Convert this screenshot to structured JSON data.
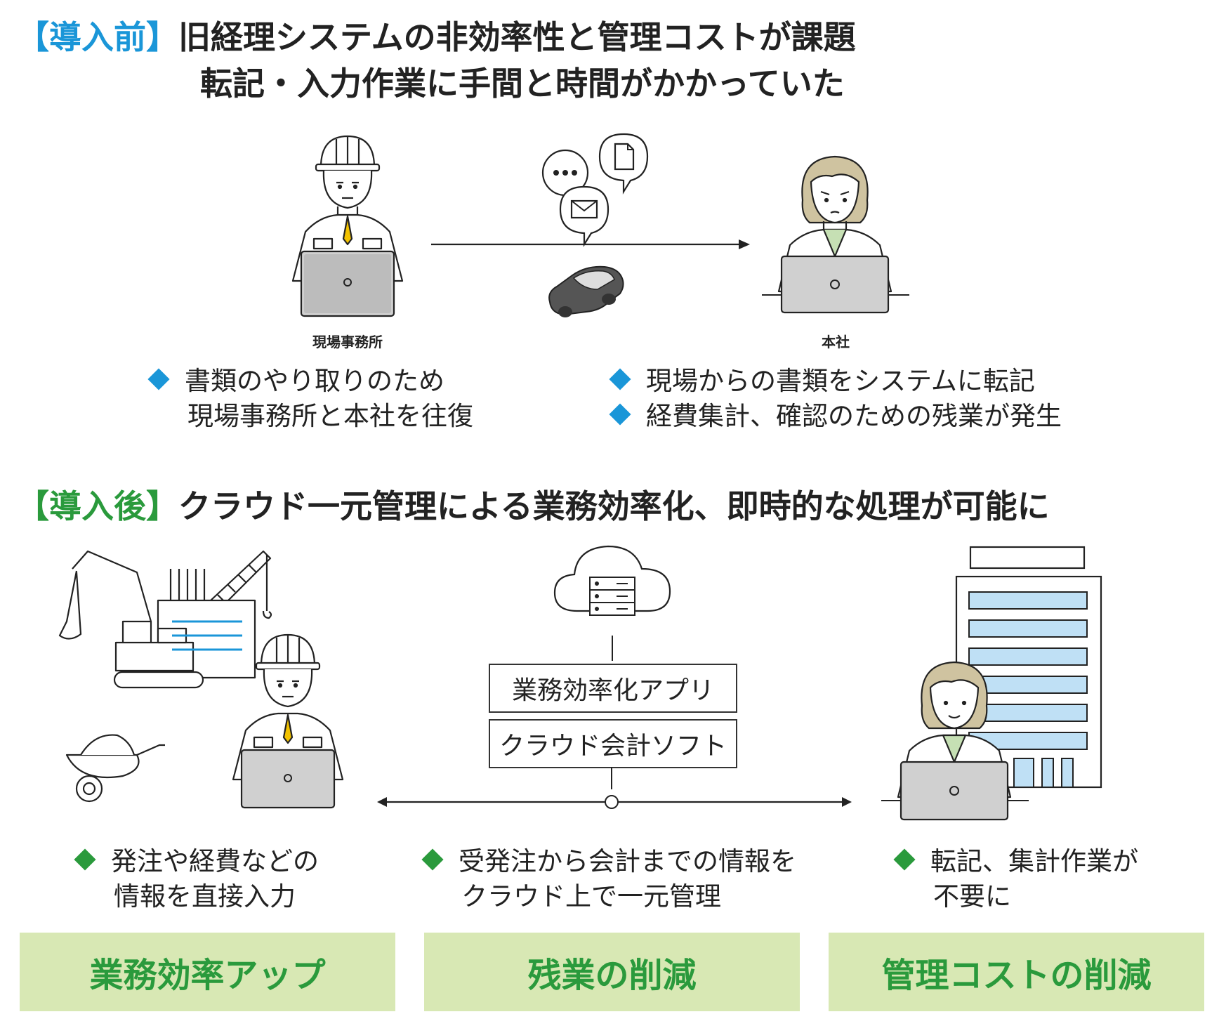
{
  "before": {
    "tag": "【導入前】",
    "title_line1": "旧経理システムの非効率性と管理コストが課題",
    "title_line2": "転記・入力作業に手間と時間がかかっていた",
    "left_caption": "現場事務所",
    "right_caption": "本社",
    "left_bullets": [
      {
        "lines": [
          "書類のやり取りのため",
          "現場事務所と本社を往復"
        ]
      }
    ],
    "right_bullets": [
      {
        "lines": [
          "現場からの書類をシステムに転記"
        ]
      },
      {
        "lines": [
          "経費集計、確認のための残業が発生"
        ]
      }
    ]
  },
  "after": {
    "tag": "【導入後】",
    "title": "クラウド一元管理による業務効率化、即時的な処理が可能に",
    "app_boxes": [
      "業務効率化アプリ",
      "クラウド会計ソフト"
    ],
    "bullets": [
      {
        "lines": [
          "発注や経費などの",
          "情報を直接入力"
        ]
      },
      {
        "lines": [
          "受発注から会計までの情報を",
          "クラウド上で一元管理"
        ]
      },
      {
        "lines": [
          "転記、集計作業が",
          "不要に"
        ]
      }
    ],
    "results": [
      "業務効率アップ",
      "残業の削減",
      "管理コストの削減"
    ]
  },
  "colors": {
    "blue_accent": "#1a96d8",
    "green_accent": "#2a9a3c",
    "result_bg": "#d8e8b4",
    "window_blue": "#bfe0f5",
    "tie_yellow": "#f2c200",
    "shirt_green": "#c6e0b4"
  },
  "icons": {
    "chat": "speech-bubble-dots-icon",
    "doc": "document-bubble-icon",
    "mail": "mail-bubble-icon",
    "car": "car-icon",
    "cloud": "cloud-server-icon"
  }
}
